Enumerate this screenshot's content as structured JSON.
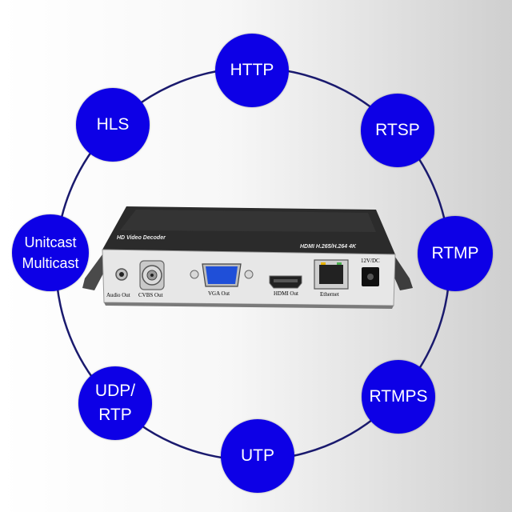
{
  "colors": {
    "node_fill": "#0d00e6",
    "node_text": "#ffffff",
    "ring": "#1a1a6e"
  },
  "nodes": [
    {
      "id": "http",
      "label": "HTTP"
    },
    {
      "id": "rtsp",
      "label": "RTSP"
    },
    {
      "id": "rtmp",
      "label": "RTMP"
    },
    {
      "id": "rtmps",
      "label": "RTMPS"
    },
    {
      "id": "utp",
      "label": "UTP"
    },
    {
      "id": "udp-rtp",
      "label": "UDP/\nRTP"
    },
    {
      "id": "unicast-multicast",
      "label": "Unitcast\nMulticast"
    },
    {
      "id": "hls",
      "label": "HLS"
    }
  ],
  "device": {
    "top_label": "HD Video Decoder",
    "model_label": "HDMI  H.265/H.264 4K",
    "ports": {
      "audio": "Audio Out",
      "cvbs": "CVBS Out",
      "vga": "VGA Out",
      "hdmi": "HDMI Out",
      "ethernet": "Ethernet",
      "power": "12V/DC"
    }
  }
}
